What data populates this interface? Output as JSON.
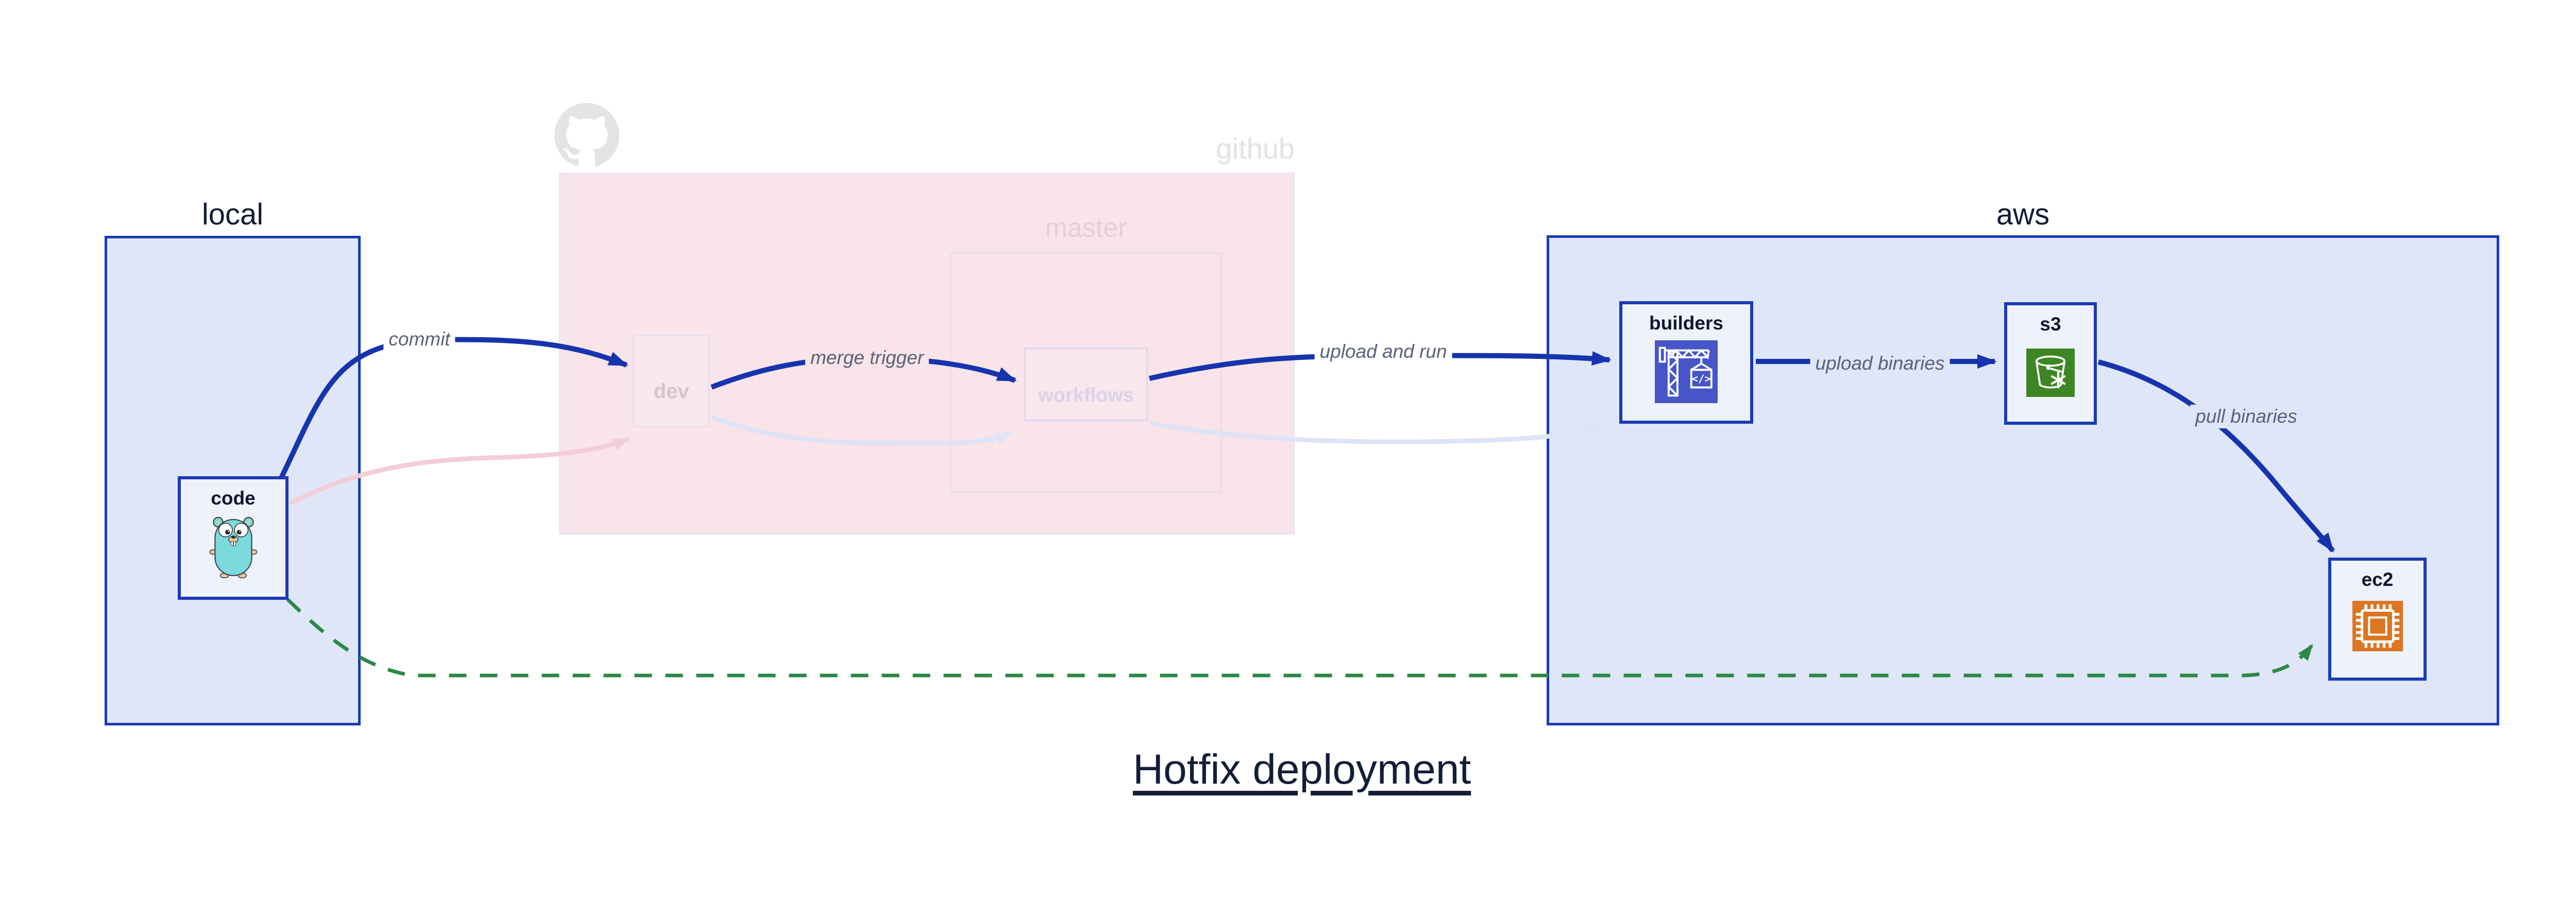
{
  "title": "Hotfix deployment",
  "groups": {
    "local": {
      "label": "local"
    },
    "github": {
      "label": "github",
      "master": {
        "label": "master"
      }
    },
    "aws": {
      "label": "aws"
    }
  },
  "nodes": {
    "code": {
      "label": "code"
    },
    "dev": {
      "label": "dev"
    },
    "workflows": {
      "label": "workflows"
    },
    "builders": {
      "label": "builders",
      "icon_glyph": "</>"
    },
    "s3": {
      "label": "s3"
    },
    "ec2": {
      "label": "ec2"
    }
  },
  "edges": {
    "commit": {
      "label": "commit"
    },
    "merge_trigger": {
      "label": "merge trigger"
    },
    "upload_and_run": {
      "label": "upload and run"
    },
    "upload_binaries": {
      "label": "upload binaries"
    },
    "pull_binaries": {
      "label": "pull binaries"
    }
  },
  "colors": {
    "blue": "#1a3ab5",
    "arrow_blue": "#1634ad",
    "green": "#2c8845",
    "pink_bg": "#f9e4e9",
    "lavender_bg": "#dfe6f8",
    "node_bg": "#eef2fc",
    "faded_pink": "#f3cdd8",
    "faded_lavender": "#dee3f6",
    "text_dark": "#131b36",
    "text_gray": "#5a6277",
    "github_gray": "#e3e3e6",
    "master_faded": "#e3d0d7",
    "dev_text": "#d9c3cd",
    "workflows_text": "#d8d2ea",
    "codebuild": "#4655c8",
    "s3_green": "#3e8523",
    "ec2_orange": "#dc7623"
  }
}
